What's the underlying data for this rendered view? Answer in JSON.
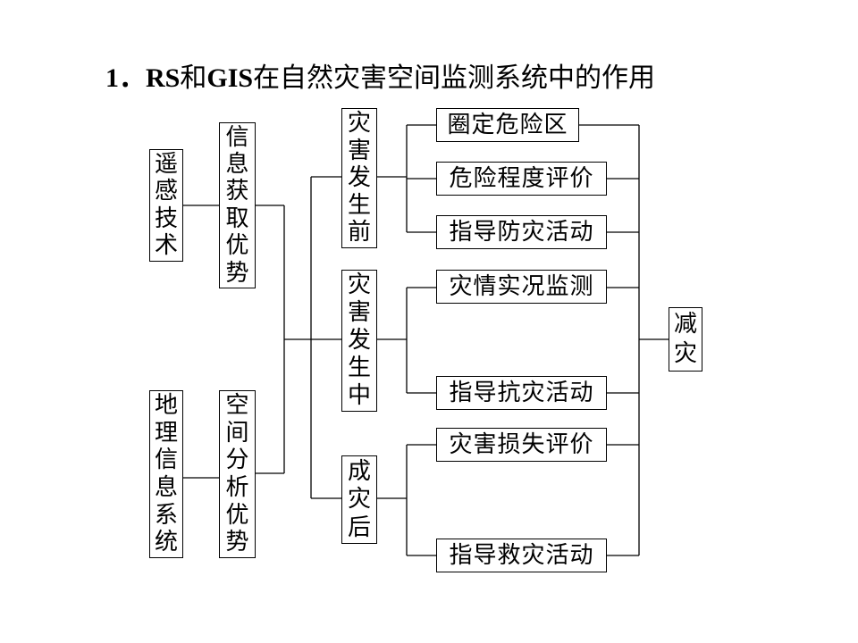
{
  "title": {
    "number": "1．",
    "latin1": "RS",
    "cjk1": "和",
    "latin2": "GIS",
    "cjk2": "在自然灾害空间监测系统中的作用"
  },
  "sources": [
    {
      "id": "rs",
      "label": "遥感技术"
    },
    {
      "id": "gis",
      "label": "地理信息系统"
    }
  ],
  "advantages": [
    {
      "id": "info",
      "label": "信息获取优势"
    },
    {
      "id": "spatial",
      "label": "空间分析优势"
    }
  ],
  "stages": [
    {
      "id": "before",
      "label": "灾害发生前"
    },
    {
      "id": "during",
      "label": "灾害发生中"
    },
    {
      "id": "after",
      "label": "成灾后"
    }
  ],
  "tasks": [
    {
      "id": "zone",
      "label": "圈定危险区"
    },
    {
      "id": "degree",
      "label": "危险程度评价"
    },
    {
      "id": "prevent",
      "label": "指导防灾活动"
    },
    {
      "id": "monitor",
      "label": "灾情实况监测"
    },
    {
      "id": "resist",
      "label": "指导抗灾活动"
    },
    {
      "id": "loss",
      "label": "灾害损失评价"
    },
    {
      "id": "rescue",
      "label": "指导救灾活动"
    }
  ],
  "goal": {
    "label": "减灾"
  }
}
